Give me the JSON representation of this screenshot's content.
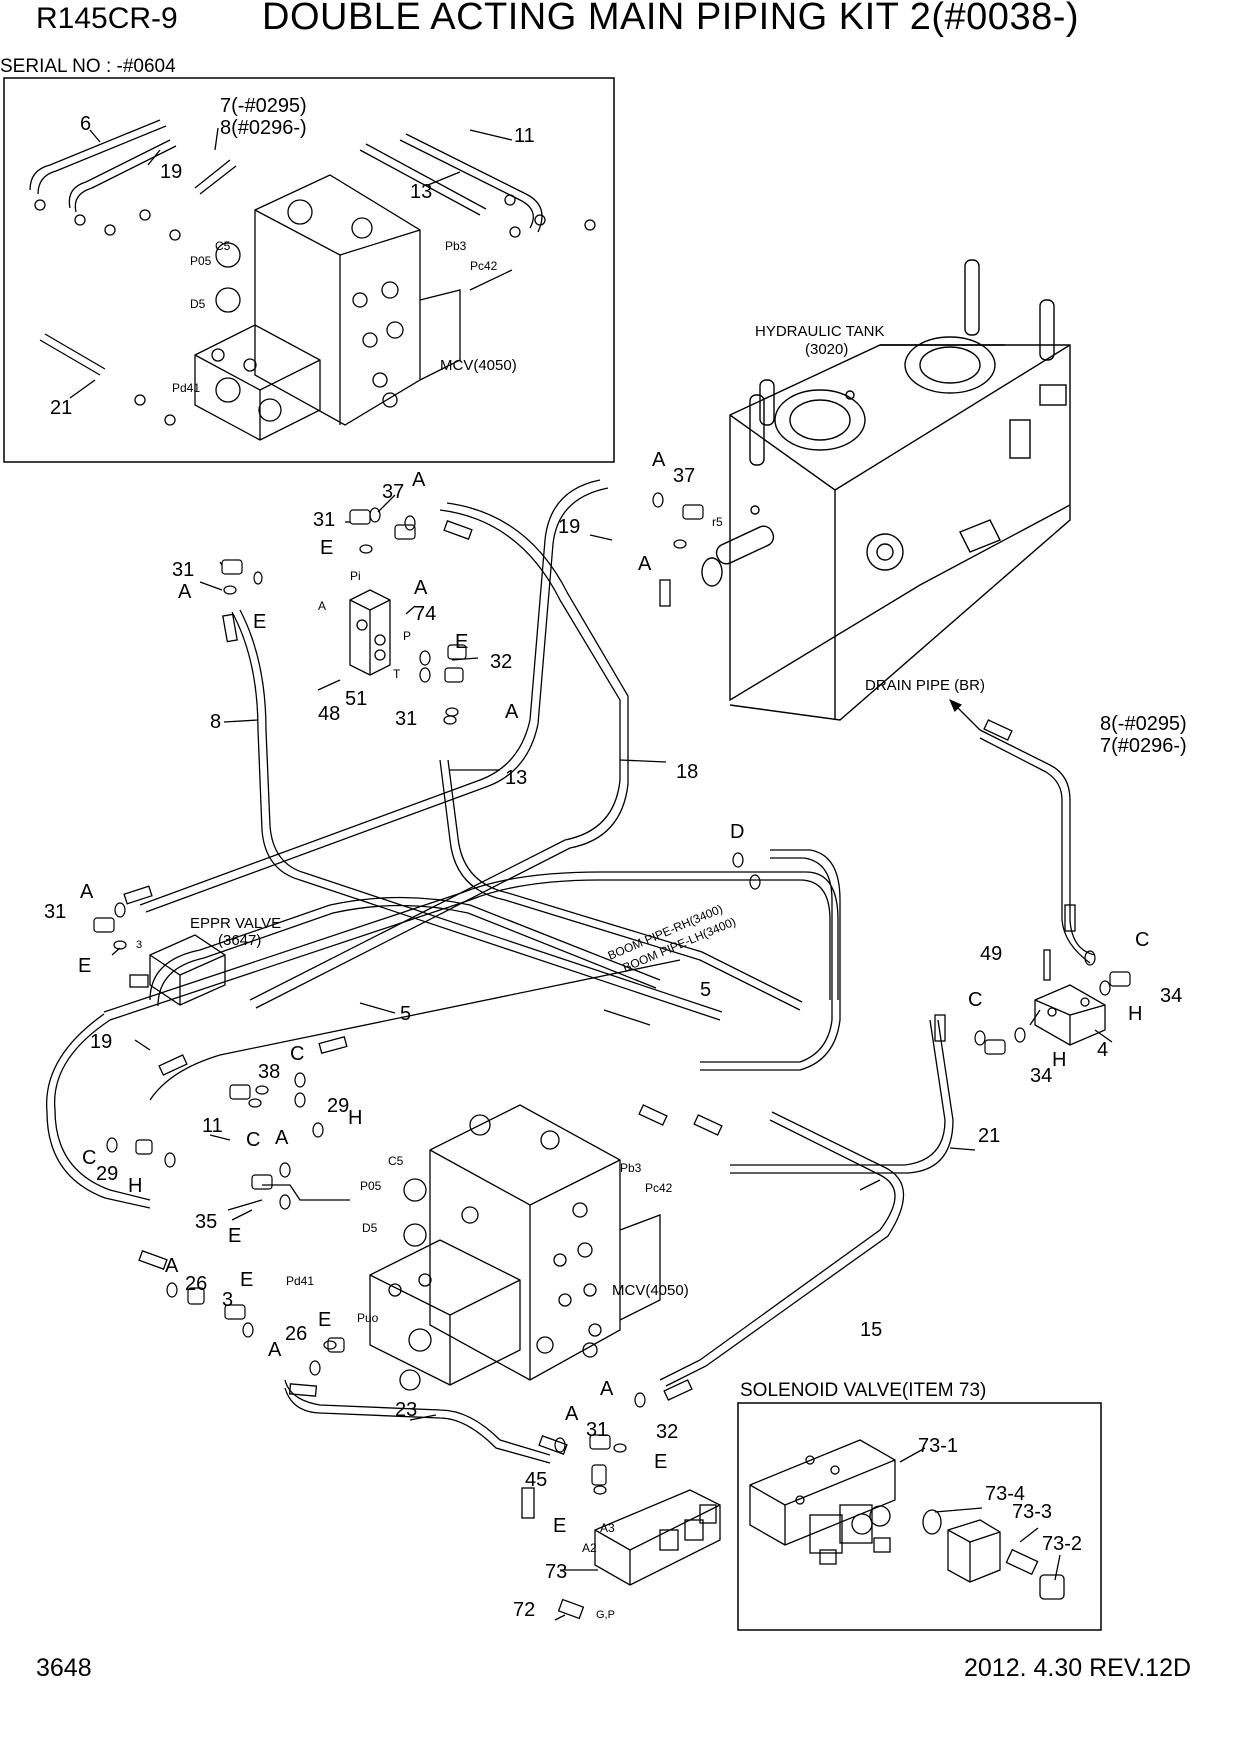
{
  "header": {
    "model": "R145CR-9",
    "title": "DOUBLE ACTING MAIN PIPING KIT 2(#0038-)"
  },
  "inset": {
    "serial": "SERIAL NO : -#0604",
    "callouts": {
      "p6": "6",
      "p19": "19",
      "p7": "7(-#0295)",
      "p8": "8(#0296-)",
      "p11": "11",
      "p13": "13",
      "p21": "21"
    },
    "ports": {
      "c5": "C5",
      "p05": "P05",
      "d5": "D5",
      "pd41": "Pd41",
      "pb3": "Pb3",
      "pc42": "Pc42"
    },
    "mcv": "MCV(4050)"
  },
  "main": {
    "tank": {
      "name": "HYDRAULIC TANK",
      "code": "(3020)",
      "port": "r5"
    },
    "drain": "DRAIN PIPE (BR)",
    "drain_ref_a": "8(-#0295)",
    "drain_ref_b": "7(#0296-)",
    "eppr": {
      "name": "EPPR VALVE",
      "code": "(3647)",
      "port": "3"
    },
    "boom_rh": "BOOM PIPE-RH(3400)",
    "boom_lh": "BOOM PIPE-LH(3400)",
    "mcv": "MCV(4050)",
    "ports": {
      "c5": "C5",
      "p05": "P05",
      "d5": "D5",
      "pd41": "Pd41",
      "puo": "Puo",
      "pb3": "Pb3",
      "pc42": "Pc42",
      "pi": "Pi",
      "a": "A",
      "p": "P",
      "t": "T",
      "a2": "A2",
      "a3": "A3",
      "gp": "G,P"
    },
    "callouts": {
      "n37a": "37",
      "nAa": "A",
      "n31a": "31",
      "nEa": "E",
      "nAb": "A",
      "n31b": "31",
      "nAc": "A",
      "nEb": "E",
      "n74": "74",
      "nEc": "E",
      "n32a": "32",
      "n48": "48",
      "n51": "51",
      "n31c": "31",
      "nAd": "A",
      "n8": "8",
      "n13": "13",
      "n18": "18",
      "n19a": "19",
      "nAe": "A",
      "n37b": "37",
      "nAf": "A",
      "nD": "D",
      "nAg": "A",
      "n31d": "31",
      "nEd": "E",
      "n5a": "5",
      "n5b": "5",
      "n19b": "19",
      "n49": "49",
      "nCa": "C",
      "n34a": "34",
      "nHa": "H",
      "nCb": "C",
      "n4": "4",
      "n34b": "34",
      "nHb": "H",
      "n21": "21",
      "n38": "38",
      "nCc": "C",
      "n29a": "29",
      "nHc": "H",
      "nCd": "C",
      "n29b": "29",
      "nHd": "H",
      "n11": "11",
      "nAh": "A",
      "nCe": "C",
      "n35": "35",
      "nEe": "E",
      "nAi": "A",
      "n26a": "26",
      "n3": "3",
      "nEf": "E",
      "n26b": "26",
      "nEg": "E",
      "nAj": "A",
      "n15": "15",
      "n23": "23",
      "nAk": "A",
      "nAl": "A",
      "n31e": "31",
      "n32b": "32",
      "nEh": "E",
      "n45": "45",
      "nEi": "E",
      "n73": "73",
      "n72": "72"
    }
  },
  "solenoid": {
    "title": "SOLENOID VALVE(ITEM 73)",
    "c1": "73-1",
    "c4": "73-4",
    "c3": "73-3",
    "c2": "73-2"
  },
  "footer": {
    "page": "3648",
    "date_rev": "2012. 4.30  REV.12D"
  }
}
